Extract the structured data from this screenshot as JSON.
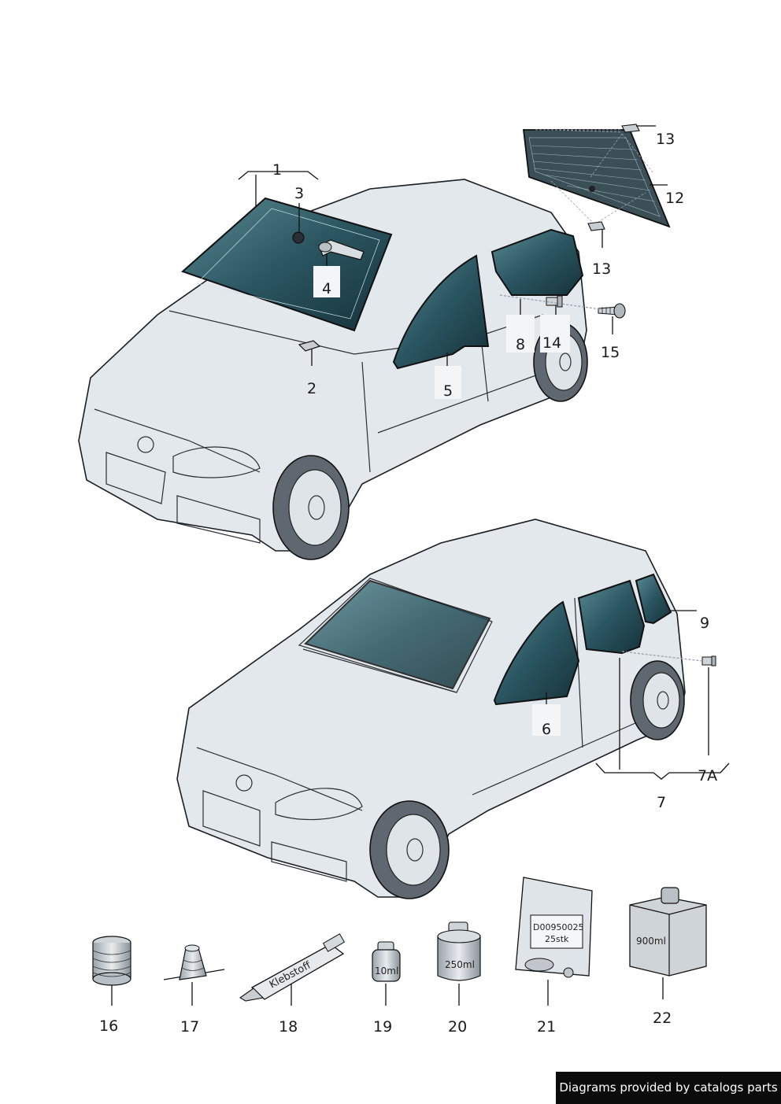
{
  "callouts": {
    "c1": "1",
    "c2": "2",
    "c3": "3",
    "c4": "4",
    "c5": "5",
    "c6": "6",
    "c7": "7",
    "c7a": "7A",
    "c8": "8",
    "c9": "9",
    "c12": "12",
    "c13a": "13",
    "c13b": "13",
    "c14": "14",
    "c15": "15",
    "c16": "16",
    "c17": "17",
    "c18": "18",
    "c19": "19",
    "c20": "20",
    "c21": "21",
    "c22": "22"
  },
  "package_labels": {
    "tube": "Klebstoff",
    "bottle_small": "10ml",
    "can_medium": "250ml",
    "bag_line1": "D00950025",
    "bag_line2": "25stk",
    "box_large": "900ml"
  },
  "credit": "Diagrams provided by catalogs parts",
  "colors": {
    "glass_dark": "#16323a",
    "glass_light": "#5a8a94",
    "car_body": "#e3e8ec",
    "outline": "#1a1d22"
  }
}
